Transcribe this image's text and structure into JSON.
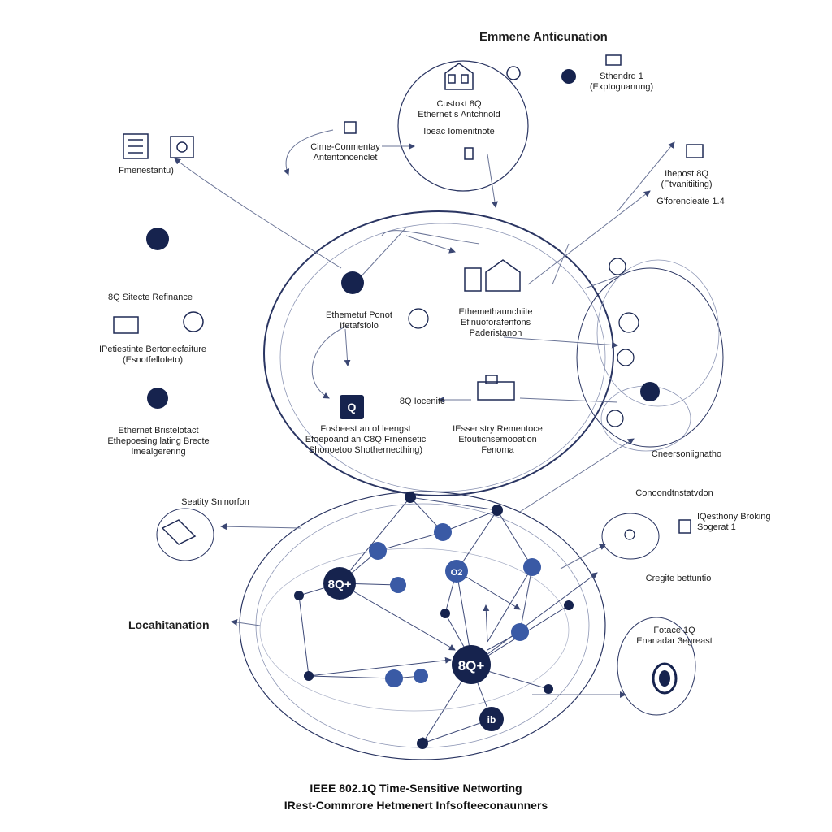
{
  "diagram": {
    "colors": {
      "navy": "#16234e",
      "blue": "#3a5aa5",
      "line": "#7a86a8",
      "faint": "#b8bfd4"
    },
    "title_line1": "IEEE 802.1Q Time-Sensitive Networting",
    "title_line2": "IRest-Commrore Hetmenert Infsofteeconaunners",
    "labels": {
      "top_heading": "Emmene Anticunation",
      "top_cluster": [
        "Custokt 8Q",
        "Ethernet s Antchnold",
        "Ibeac Iomenitnote"
      ],
      "cime": [
        "Cime-Conmentay",
        "Antentoncenclet"
      ],
      "tr_small": [
        "Sthendrd 1",
        "(Exptoguanung)"
      ],
      "ihepost": [
        "Ihepost 8Q",
        "(Ftvanitiiting)"
      ],
      "gforencieate": "G'forencieate 1.4",
      "fmenestantu": "Fmenestantu)",
      "sq_sitecte": "8Q Sitecte Refinance",
      "ipetiestinte": [
        "IPetiestinte Bertonecfaiture",
        "(Esnotfellofeto)"
      ],
      "ethernet_bristelotact": [
        "Ethernet Bristelotact",
        "Ethepoesing lating Brecte",
        "Imealgerering"
      ],
      "center_left": [
        "Ethemetuf Ponot",
        "Ifetafsfolo"
      ],
      "center_right": [
        "Ethemethaunchiite",
        "Efinuoforafenfons",
        "Paderistanon"
      ],
      "sq_focenite": "8Q Iocenite",
      "fosbeest": [
        "Fosbeest an of leengst",
        "Efoepoand an C8Q Frnensetic",
        "Shonoetoo Shothernecthing)"
      ],
      "iessenstry": [
        "IEssenstry Rementoce",
        "Efouticnsemooation",
        "Fenoma"
      ],
      "cneerson": "Cneersoniignatho",
      "seatity": "Seatity Sninorfon",
      "conoon": "Conoondtnstatvdon",
      "iqesthony": [
        "IQesthony Broking",
        "Sogerat 1"
      ],
      "cregite": "Cregite bettuntio",
      "locahitanation": "Locahitanation",
      "fotace": [
        "Fotace 1Q",
        "Enanadar 3egreast"
      ],
      "hub_main": "8Q+",
      "hub_center": "8Q+",
      "hub_o2": "O2",
      "hub_box": "Q",
      "hub_bottom": "ib"
    }
  }
}
